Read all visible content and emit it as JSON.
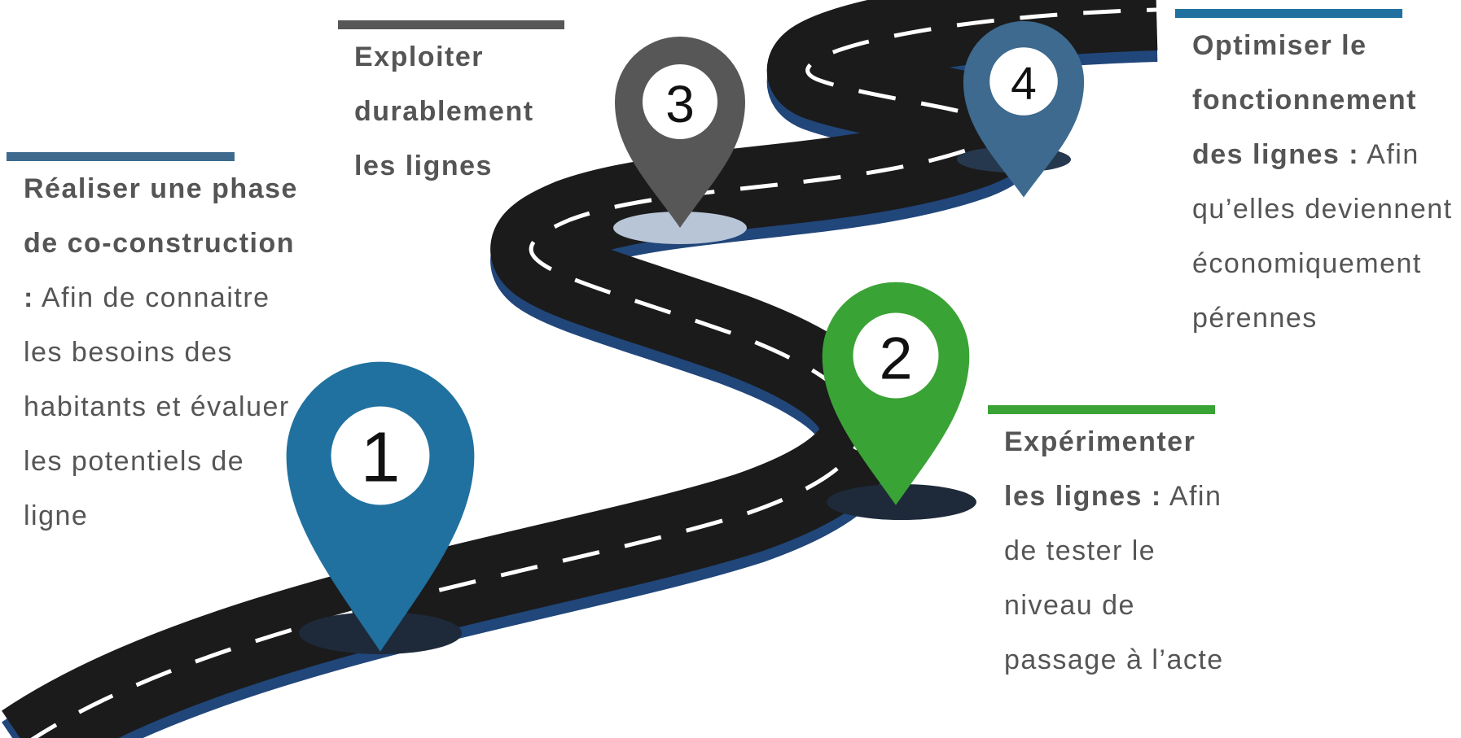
{
  "colors": {
    "road": "#1b1b1b",
    "road_edge": "#21467a",
    "text": "#555555",
    "step1": "#20719f",
    "step2": "#3aa335",
    "step3": "#575757",
    "step4": "#3d6a8e"
  },
  "steps": [
    {
      "number": "1",
      "title": "Réaliser une phase de co-construction  :",
      "description": "Afin de connaitre les besoins des habitants et évaluer les potentiels de ligne",
      "color": "#20719f",
      "icon": "map-pin-icon"
    },
    {
      "number": "2",
      "title": "Expérimenter les lignes :",
      "description": "Afin de tester le niveau de passage à l’acte",
      "color": "#3aa335",
      "icon": "map-pin-icon"
    },
    {
      "number": "3",
      "title": "Exploiter durablement les lignes",
      "description": "",
      "color": "#575757",
      "icon": "map-pin-icon"
    },
    {
      "number": "4",
      "title": "Optimiser le fonctionnement des lignes :",
      "description": "Afin qu’elles deviennent économiquement pérennes",
      "color": "#3d6a8e",
      "icon": "map-pin-icon"
    }
  ]
}
